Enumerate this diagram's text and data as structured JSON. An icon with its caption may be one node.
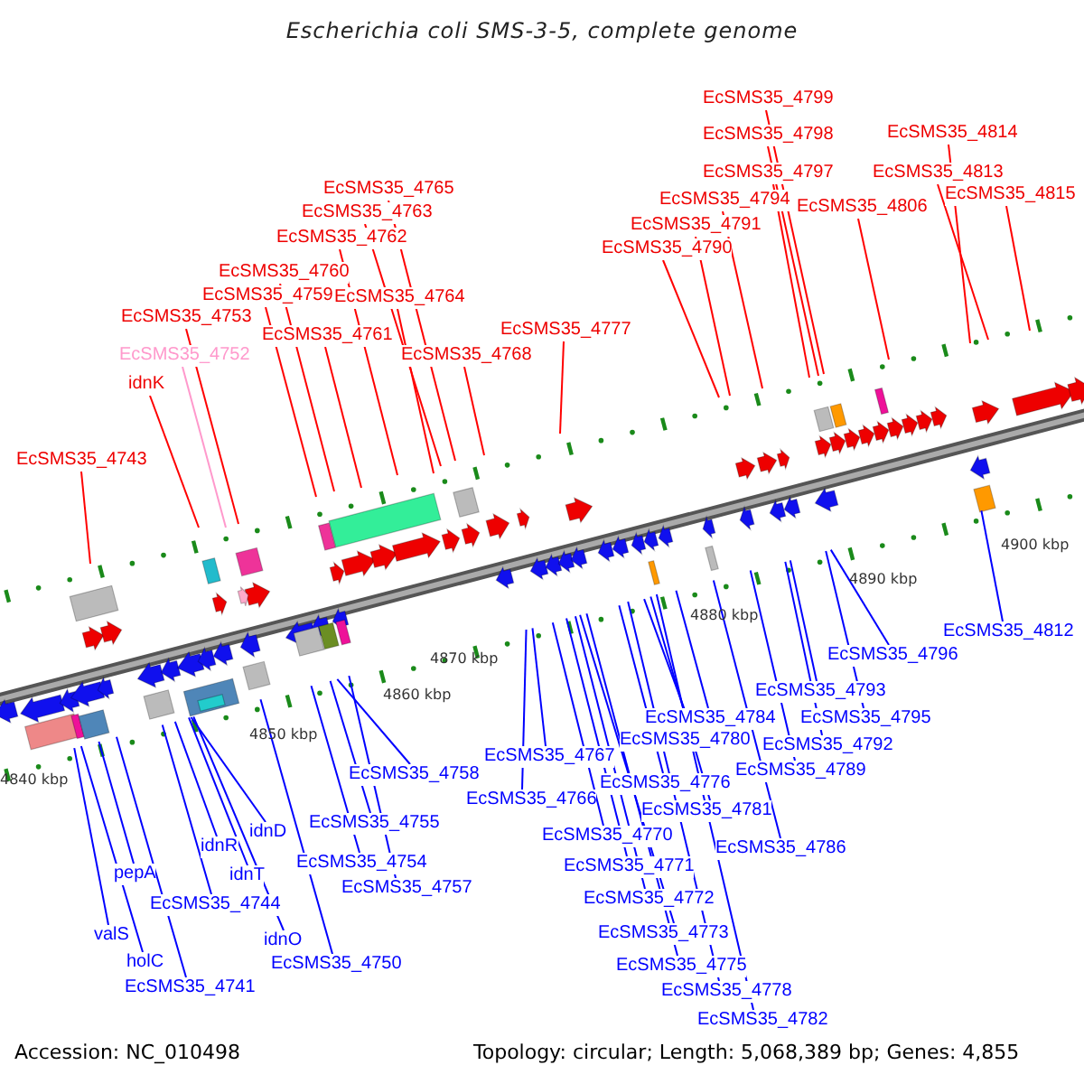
{
  "diagram": {
    "title": "Escherichia coli SMS-3-5, complete genome",
    "nodes": [
      {
        "text": [
          "EcSMS35_4799"
        ]
      },
      {
        "text": [
          "EcSMS35_4814"
        ]
      },
      {
        "text": [
          "EcSMS35_4798"
        ]
      },
      {
        "text": [
          "EcSMS35_4797"
        ]
      },
      {
        "text": [
          "EcSMS35_4813"
        ]
      },
      {
        "text": [
          "EcSMS35_4765"
        ]
      },
      {
        "text": [
          "EcSMS35_4815"
        ]
      },
      {
        "text": [
          "EcSMS35_4794"
        ]
      },
      {
        "text": [
          "EcSMS35_4806"
        ]
      },
      {
        "text": [
          "EcSMS35_4763"
        ]
      },
      {
        "text": [
          "EcSMS35_4791"
        ]
      },
      {
        "text": [
          "EcSMS35_4762"
        ]
      },
      {
        "text": [
          "EcSMS35_4790"
        ]
      },
      {
        "text": [
          "EcSMS35_4760"
        ]
      },
      {
        "text": [
          "EcSMS35_4759"
        ]
      },
      {
        "text": [
          "EcSMS35_4764"
        ]
      },
      {
        "text": [
          "EcSMS35_4753"
        ]
      },
      {
        "text": [
          "EcSMS35_4777"
        ]
      },
      {
        "text": [
          "EcSMS35_4761"
        ]
      },
      {
        "text": [
          "EcSMS35_4752"
        ]
      },
      {
        "text": [
          "EcSMS35_4768"
        ]
      },
      {
        "text": [
          "idnK"
        ]
      },
      {
        "text": [
          "EcSMS35_4743"
        ]
      },
      {
        "text": [
          "EcSMS35_4812"
        ]
      },
      {
        "text": [
          "EcSMS35_4796"
        ]
      },
      {
        "text": [
          "EcSMS35_4793"
        ]
      },
      {
        "text": [
          "EcSMS35_4784"
        ]
      },
      {
        "text": [
          "EcSMS35_4795"
        ]
      },
      {
        "text": [
          "EcSMS35_4780"
        ]
      },
      {
        "text": [
          "EcSMS35_4792"
        ]
      },
      {
        "text": [
          "EcSMS35_4767"
        ]
      },
      {
        "text": [
          "EcSMS35_4758"
        ]
      },
      {
        "text": [
          "EcSMS35_4789"
        ]
      },
      {
        "text": [
          "EcSMS35_4776"
        ]
      },
      {
        "text": [
          "EcSMS35_4766"
        ]
      },
      {
        "text": [
          "EcSMS35_4781"
        ]
      },
      {
        "text": [
          "EcSMS35_4755"
        ]
      },
      {
        "text": [
          "idnD"
        ]
      },
      {
        "text": [
          "EcSMS35_4770"
        ]
      },
      {
        "text": [
          "idnR"
        ]
      },
      {
        "text": [
          "EcSMS35_4786"
        ]
      },
      {
        "text": [
          "EcSMS35_4754"
        ]
      },
      {
        "text": [
          "EcSMS35_4771"
        ]
      },
      {
        "text": [
          "pepA"
        ]
      },
      {
        "text": [
          "idnT"
        ]
      },
      {
        "text": [
          "EcSMS35_4757"
        ]
      },
      {
        "text": [
          "EcSMS35_4772"
        ]
      },
      {
        "text": [
          "EcSMS35_4744"
        ]
      },
      {
        "text": [
          "EcSMS35_4773"
        ]
      },
      {
        "text": [
          "valS"
        ]
      },
      {
        "text": [
          "idnO"
        ]
      },
      {
        "text": [
          "holC"
        ]
      },
      {
        "text": [
          "EcSMS35_4750"
        ]
      },
      {
        "text": [
          "EcSMS35_4775"
        ]
      },
      {
        "text": [
          "EcSMS35_4741"
        ]
      },
      {
        "text": [
          "EcSMS35_4778"
        ]
      },
      {
        "text": [
          "EcSMS35_4782"
        ]
      }
    ],
    "edges": [
      {
        "from": 0,
        "to": null,
        "arrow": "none",
        "color": "#ff0000"
      },
      {
        "from": 1,
        "to": null,
        "arrow": "none",
        "color": "#ff0000"
      },
      {
        "from": 2,
        "to": null,
        "arrow": "none",
        "color": "#ff0000"
      },
      {
        "from": 3,
        "to": null,
        "arrow": "none",
        "color": "#ff0000"
      },
      {
        "from": 4,
        "to": null,
        "arrow": "none",
        "color": "#ff0000"
      },
      {
        "from": 5,
        "to": null,
        "arrow": "none",
        "color": "#ff0000"
      },
      {
        "from": 6,
        "to": null,
        "arrow": "none",
        "color": "#ff0000"
      },
      {
        "from": 7,
        "to": null,
        "arrow": "none",
        "color": "#ff0000"
      },
      {
        "from": 8,
        "to": null,
        "arrow": "none",
        "color": "#ff0000"
      },
      {
        "from": 9,
        "to": null,
        "arrow": "none",
        "color": "#ff0000"
      },
      {
        "from": 10,
        "to": null,
        "arrow": "none",
        "color": "#ff0000"
      },
      {
        "from": 11,
        "to": null,
        "arrow": "none",
        "color": "#ff0000"
      },
      {
        "from": 12,
        "to": null,
        "arrow": "none",
        "color": "#ff0000"
      },
      {
        "from": 13,
        "to": null,
        "arrow": "none",
        "color": "#ff0000"
      },
      {
        "from": 14,
        "to": null,
        "arrow": "none",
        "color": "#ff0000"
      },
      {
        "from": 15,
        "to": null,
        "arrow": "none",
        "color": "#ff0000"
      },
      {
        "from": 16,
        "to": null,
        "arrow": "none",
        "color": "#ff0000"
      },
      {
        "from": 17,
        "to": null,
        "arrow": "none",
        "color": "#ff0000"
      },
      {
        "from": 18,
        "to": null,
        "arrow": "none",
        "color": "#ff0000"
      },
      {
        "from": 19,
        "to": null,
        "arrow": "none",
        "color": "#ff99cc"
      },
      {
        "from": 20,
        "to": null,
        "arrow": "none",
        "color": "#ff0000"
      },
      {
        "from": 21,
        "to": null,
        "arrow": "none",
        "color": "#ff0000"
      },
      {
        "from": 22,
        "to": null,
        "arrow": "none",
        "color": "#ff0000"
      },
      {
        "from": 23,
        "to": null,
        "arrow": "none"
      },
      {
        "from": 24,
        "to": null,
        "arrow": "none"
      },
      {
        "from": 25,
        "to": null,
        "arrow": "none"
      },
      {
        "from": 26,
        "to": null,
        "arrow": "none"
      },
      {
        "from": 27,
        "to": null,
        "arrow": "none"
      },
      {
        "from": 28,
        "to": null,
        "arrow": "none"
      },
      {
        "from": 29,
        "to": null,
        "arrow": "none"
      },
      {
        "from": 30,
        "to": null,
        "arrow": "none"
      },
      {
        "from": 31,
        "to": null,
        "arrow": "none"
      },
      {
        "from": 32,
        "to": null,
        "arrow": "none"
      },
      {
        "from": 33,
        "to": null,
        "arrow": "none"
      },
      {
        "from": 34,
        "to": null,
        "arrow": "none"
      },
      {
        "from": 35,
        "to": null,
        "arrow": "none"
      },
      {
        "from": 36,
        "to": null,
        "arrow": "none"
      },
      {
        "from": 37,
        "to": null,
        "arrow": "none"
      },
      {
        "from": 38,
        "to": null,
        "arrow": "none"
      },
      {
        "from": 39,
        "to": null,
        "arrow": "none"
      },
      {
        "from": 40,
        "to": null,
        "arrow": "none"
      },
      {
        "from": 41,
        "to": null,
        "arrow": "none"
      },
      {
        "from": 42,
        "to": null,
        "arrow": "none"
      },
      {
        "from": 43,
        "to": null,
        "arrow": "none"
      },
      {
        "from": 44,
        "to": null,
        "arrow": "none"
      },
      {
        "from": 45,
        "to": null,
        "arrow": "none"
      },
      {
        "from": 46,
        "to": null,
        "arrow": "none"
      },
      {
        "from": 47,
        "to": null,
        "arrow": "none"
      },
      {
        "from": 48,
        "to": null,
        "arrow": "none"
      },
      {
        "from": 49,
        "to": null,
        "arrow": "none"
      },
      {
        "from": 50,
        "to": null,
        "arrow": "none"
      },
      {
        "from": 51,
        "to": null,
        "arrow": "none"
      },
      {
        "from": 52,
        "to": null,
        "arrow": "none"
      },
      {
        "from": 53,
        "to": null,
        "arrow": "none"
      },
      {
        "from": 54,
        "to": null,
        "arrow": "none"
      },
      {
        "from": 55,
        "to": null,
        "arrow": "none"
      },
      {
        "from": 56,
        "to": null,
        "arrow": "none"
      }
    ],
    "labels": [
      "4900 kbp",
      "4890 kbp",
      "4880 kbp",
      "4870 kbp",
      "4860 kbp",
      "4850 kbp",
      "4840 kbp",
      "Accession: NC_010498",
      "Topology: circular; Length: 5,068,389 bp; Genes: 4,855"
    ]
  }
}
